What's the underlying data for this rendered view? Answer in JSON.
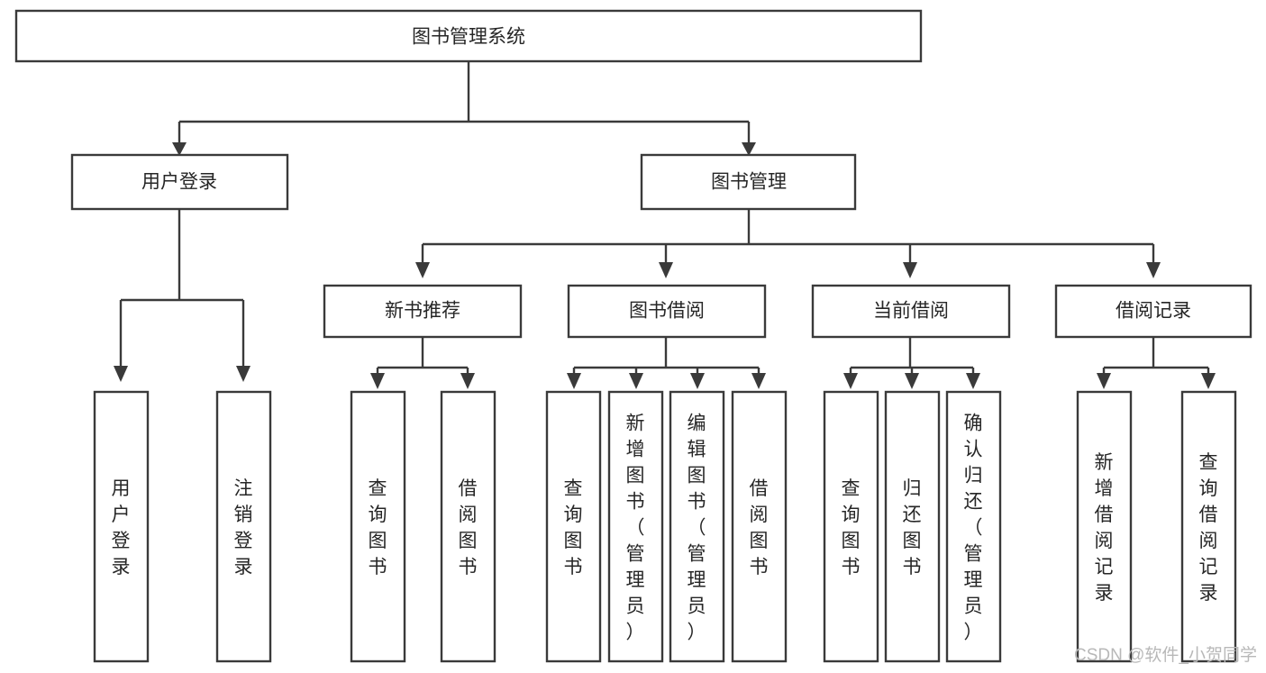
{
  "diagram": {
    "type": "tree-hierarchy-chart",
    "title": "图书管理系统",
    "orientation": "top-down",
    "colors": {
      "box_stroke": "#3a3a3a",
      "box_fill": "#ffffff",
      "text": "#262626",
      "background": "#ffffff",
      "watermark": "#b8b8b8"
    },
    "nodes": {
      "root": {
        "label": "图书管理系统"
      },
      "level2": [
        {
          "id": "user-login",
          "label": "用户登录"
        },
        {
          "id": "book-management",
          "label": "图书管理"
        }
      ],
      "level3": [
        {
          "id": "new-book-recommend",
          "label": "新书推荐"
        },
        {
          "id": "book-borrow",
          "label": "图书借阅"
        },
        {
          "id": "current-borrow",
          "label": "当前借阅"
        },
        {
          "id": "borrow-record",
          "label": "借阅记录"
        }
      ],
      "leaves": {
        "user-login": [
          {
            "id": "leaf-user-login",
            "label": "用户登录"
          },
          {
            "id": "leaf-user-logout",
            "label": "注销登录"
          }
        ],
        "new-book-recommend": [
          {
            "id": "leaf-query-book-1",
            "label": "查询图书"
          },
          {
            "id": "leaf-borrow-book-1",
            "label": "借阅图书"
          }
        ],
        "book-borrow": [
          {
            "id": "leaf-query-book-2",
            "label": "查询图书"
          },
          {
            "id": "leaf-add-book",
            "label": "新增图书（管理员）"
          },
          {
            "id": "leaf-edit-book",
            "label": "编辑图书（管理员）"
          },
          {
            "id": "leaf-borrow-book-2",
            "label": "借阅图书"
          }
        ],
        "current-borrow": [
          {
            "id": "leaf-query-book-3",
            "label": "查询图书"
          },
          {
            "id": "leaf-return-book",
            "label": "归还图书"
          },
          {
            "id": "leaf-confirm-return",
            "label": "确认归还（管理员）"
          }
        ],
        "borrow-record": [
          {
            "id": "leaf-add-record",
            "label": "新增借阅记录"
          },
          {
            "id": "leaf-query-record",
            "label": "查询借阅记录"
          }
        ]
      }
    }
  },
  "watermark": {
    "text": "CSDN @软件_小贺同学"
  }
}
